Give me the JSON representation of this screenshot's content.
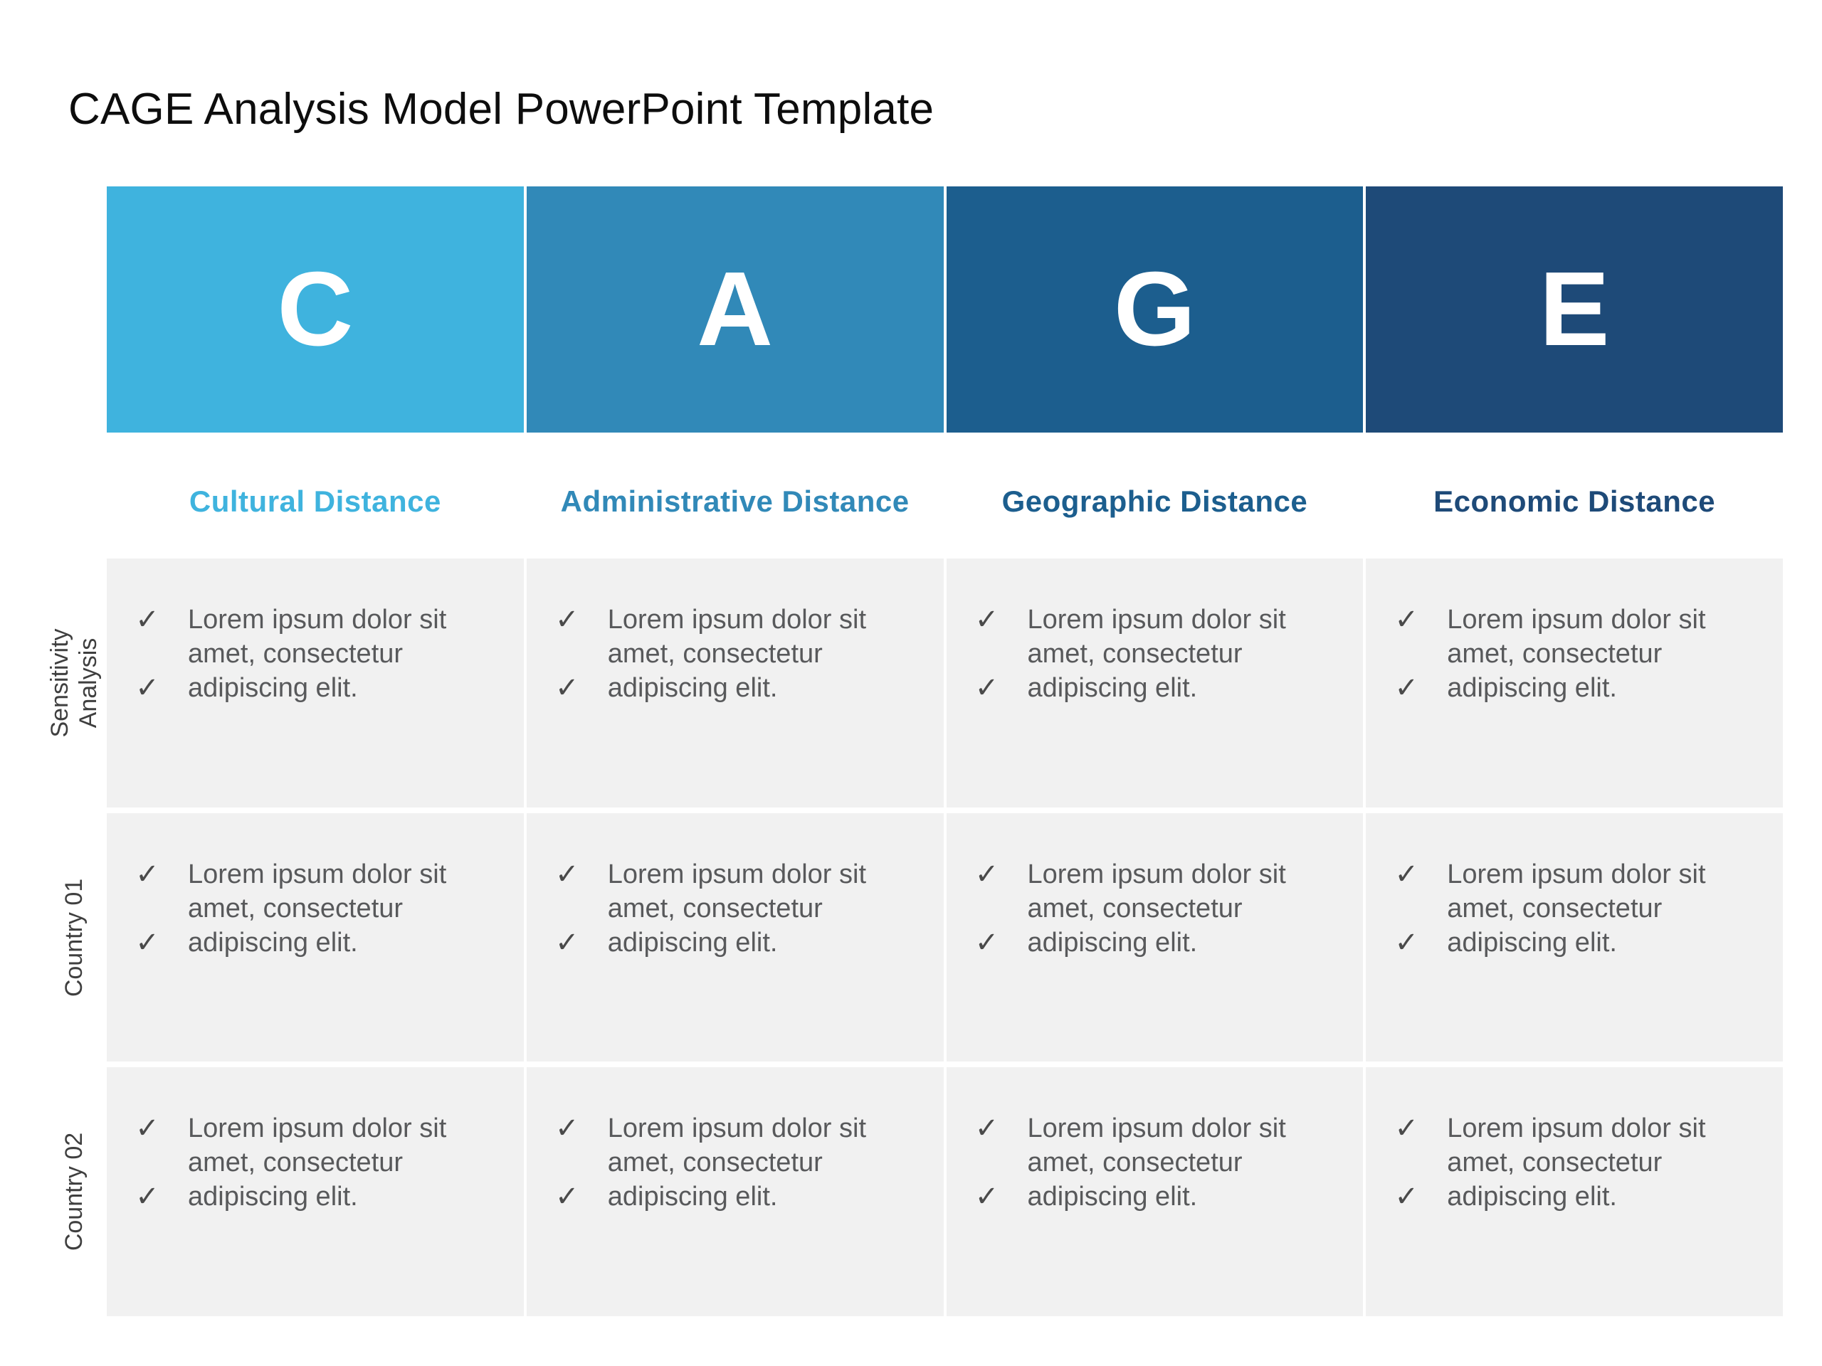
{
  "slide": {
    "title": "CAGE Analysis Model PowerPoint Template",
    "background": "#ffffff"
  },
  "colors": {
    "cultural": "#3FB3DE",
    "administrative": "#3189B8",
    "geographic": "#1C5E8E",
    "economic": "#1E4A78",
    "cell_background": "#f1f1f1",
    "body_text": "#58595b",
    "label_text": "#3f3f3f"
  },
  "columns": [
    {
      "letter": "C",
      "label": "Cultural Distance",
      "color": "#3FB3DE"
    },
    {
      "letter": "A",
      "label": "Administrative Distance",
      "color": "#3189B8"
    },
    {
      "letter": "G",
      "label": "Geographic Distance",
      "color": "#1C5E8E"
    },
    {
      "letter": "E",
      "label": "Economic Distance",
      "color": "#1E4A78"
    }
  ],
  "rows": [
    {
      "label": "Sensitivity\nAnalysis",
      "cells": [
        {
          "bullets": [
            "Lorem ipsum dolor sit amet, consectetur",
            "adipiscing elit."
          ]
        },
        {
          "bullets": [
            "Lorem ipsum dolor sit amet, consectetur",
            "adipiscing elit."
          ]
        },
        {
          "bullets": [
            "Lorem ipsum dolor sit amet, consectetur",
            "adipiscing elit."
          ]
        },
        {
          "bullets": [
            "Lorem ipsum dolor sit amet, consectetur",
            "adipiscing elit."
          ]
        }
      ]
    },
    {
      "label": "Country 01",
      "cells": [
        {
          "bullets": [
            "Lorem ipsum dolor sit amet, consectetur",
            "adipiscing elit."
          ]
        },
        {
          "bullets": [
            "Lorem ipsum dolor sit amet, consectetur",
            "adipiscing elit."
          ]
        },
        {
          "bullets": [
            "Lorem ipsum dolor sit amet, consectetur",
            "adipiscing elit."
          ]
        },
        {
          "bullets": [
            "Lorem ipsum dolor sit amet, consectetur",
            "adipiscing elit."
          ]
        }
      ]
    },
    {
      "label": "Country 02",
      "cells": [
        {
          "bullets": [
            "Lorem ipsum dolor sit amet, consectetur",
            "adipiscing elit."
          ]
        },
        {
          "bullets": [
            "Lorem ipsum dolor sit amet, consectetur",
            "adipiscing elit."
          ]
        },
        {
          "bullets": [
            "Lorem ipsum dolor sit amet, consectetur",
            "adipiscing elit."
          ]
        },
        {
          "bullets": [
            "Lorem ipsum dolor sit amet, consectetur",
            "adipiscing elit."
          ]
        }
      ]
    }
  ],
  "icons": {
    "check": "✓",
    "check_name": "check-icon"
  }
}
